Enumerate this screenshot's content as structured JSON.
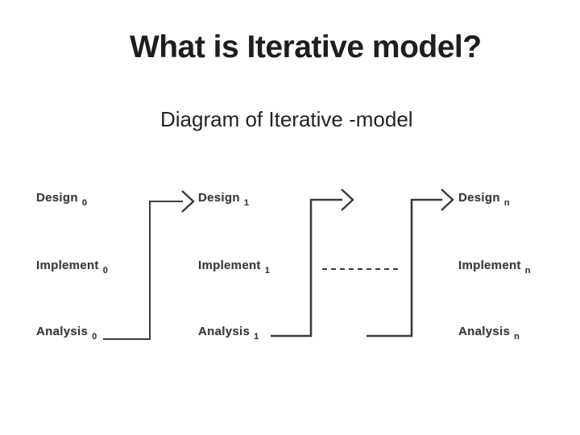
{
  "slide": {
    "title": "What is Iterative model?",
    "subtitle": "Diagram of Iterative -model"
  },
  "diagram": {
    "phases": [
      "Design",
      "Implement",
      "Analysis"
    ],
    "iterations": [
      "0",
      "1",
      "n"
    ],
    "columns": [
      {
        "iteration": "0",
        "cells": [
          {
            "label": "Design",
            "sub": "0"
          },
          {
            "label": "Implement",
            "sub": "0"
          },
          {
            "label": "Analysis",
            "sub": "0"
          }
        ]
      },
      {
        "iteration": "1",
        "cells": [
          {
            "label": "Design",
            "sub": "1"
          },
          {
            "label": "Implement",
            "sub": "1"
          },
          {
            "label": "Analysis",
            "sub": "1"
          }
        ]
      },
      {
        "iteration": "n",
        "cells": [
          {
            "label": "Design",
            "sub": "n"
          },
          {
            "label": "Implement",
            "sub": "n"
          },
          {
            "label": "Analysis",
            "sub": "n"
          }
        ]
      }
    ],
    "icons": {
      "flow_arrow": "chevron-right-arrowhead",
      "continuation": "dashed-line"
    }
  },
  "colors": {
    "background": "#ffffff",
    "title_ink": "#1e1e1e",
    "diagram_ink": "#3a3a3a",
    "line": "#3b3b3b"
  }
}
